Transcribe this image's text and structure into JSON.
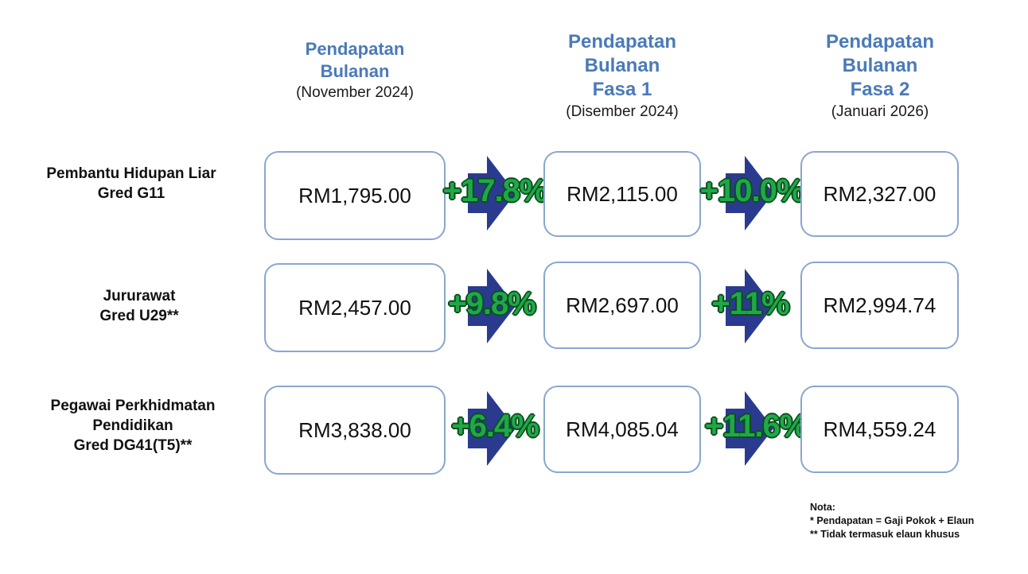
{
  "columns": [
    {
      "title_lines": [
        "Pendapatan",
        "Bulanan"
      ],
      "date": "(November 2024)"
    },
    {
      "title_lines": [
        "Pendapatan",
        "Bulanan",
        "Fasa 1"
      ],
      "date": "(Disember 2024)"
    },
    {
      "title_lines": [
        "Pendapatan",
        "Bulanan",
        "Fasa 2"
      ],
      "date": "(Januari 2026)"
    }
  ],
  "rows": [
    {
      "label_lines": [
        "Pembantu Hidupan Liar",
        "Gred G11"
      ],
      "values": [
        "RM1,795.00",
        "RM2,115.00",
        "RM2,327.00"
      ],
      "increases": [
        "+17.8%",
        "+10.0%"
      ]
    },
    {
      "label_lines": [
        "Jururawat",
        "Gred U29**"
      ],
      "values": [
        "RM2,457.00",
        "RM2,697.00",
        "RM2,994.74"
      ],
      "increases": [
        "+9.8%",
        "+11%"
      ]
    },
    {
      "label_lines": [
        "Pegawai Perkhidmatan",
        "Pendidikan",
        "Gred DG41(T5)**"
      ],
      "values": [
        "RM3,838.00",
        "RM4,085.04",
        "RM4,559.24"
      ],
      "increases": [
        "+6.4%",
        "+11.6%"
      ]
    }
  ],
  "nota": {
    "title": "Nota:",
    "lines": [
      "* Pendapatan = Gaji Pokok + Elaun",
      "** Tidak termasuk elaun khusus"
    ]
  },
  "colors": {
    "heading": "#4a7ab8",
    "box_border": "#8aa6cf",
    "arrow": "#2a3b8f",
    "increase": "#1fa84a"
  },
  "icons": {
    "arrow": "right-arrow-icon"
  }
}
